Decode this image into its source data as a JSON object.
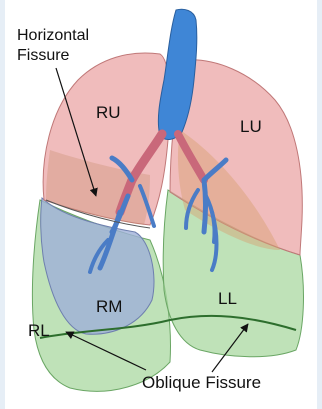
{
  "labels": {
    "horizontal_fissure_line1": "Horizontal",
    "horizontal_fissure_line2": "Fissure",
    "ru": "RU",
    "lu": "LU",
    "rm": "RM",
    "ll": "LL",
    "rl": "RL",
    "oblique_fissure": "Oblique Fissure"
  },
  "colors": {
    "upper_lobe": "#e9a0a0",
    "middle_lobe": "#9fb0d8",
    "lower_lobe": "#a9d8a0",
    "airway": "#3f86d6",
    "background": "#e6eef6"
  }
}
